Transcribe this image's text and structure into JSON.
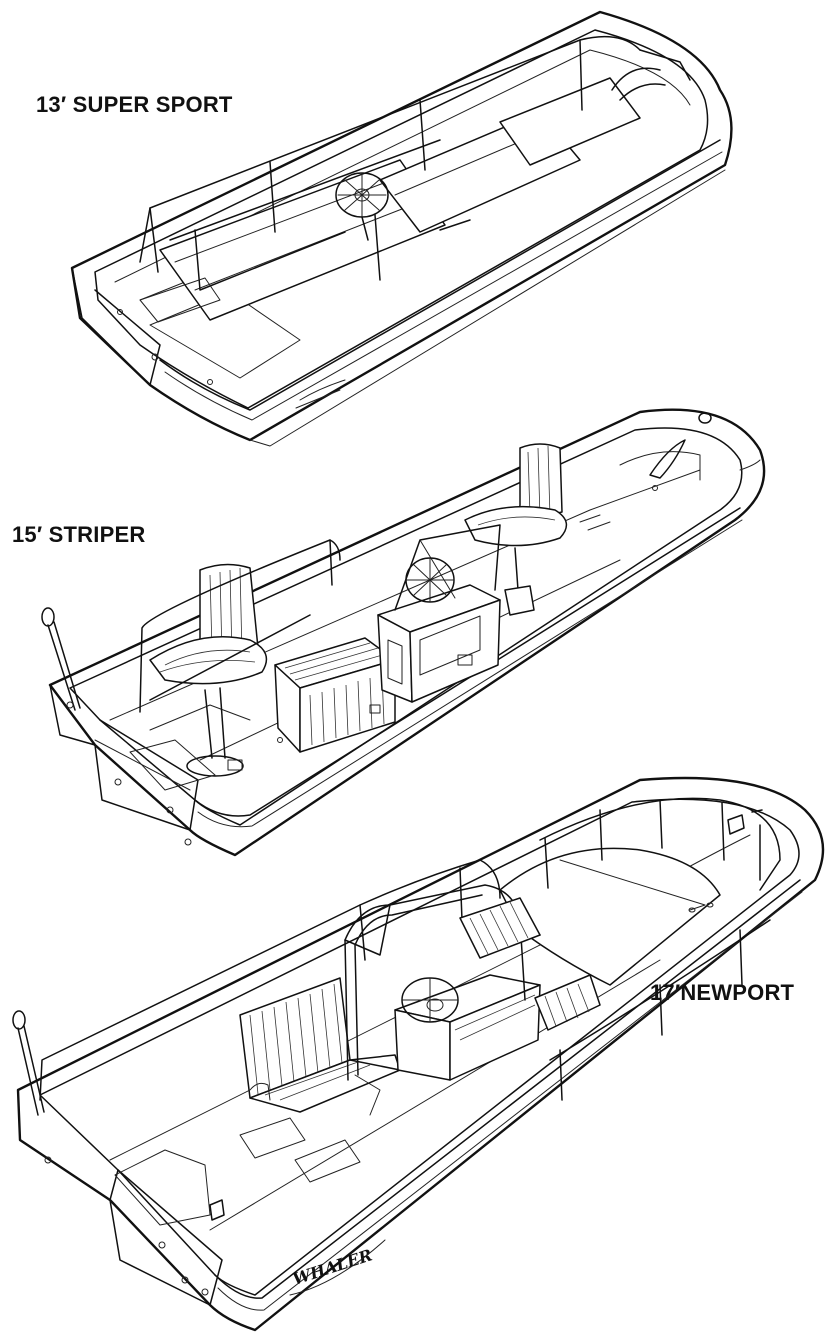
{
  "boats": [
    {
      "label": "13′ SUPER SPORT"
    },
    {
      "label": "15′ STRIPER"
    },
    {
      "label": "17′NEWPORT"
    }
  ],
  "hull_wordmark": "WHALER",
  "colors": {
    "ink": "#111111",
    "paper": "#ffffff"
  }
}
